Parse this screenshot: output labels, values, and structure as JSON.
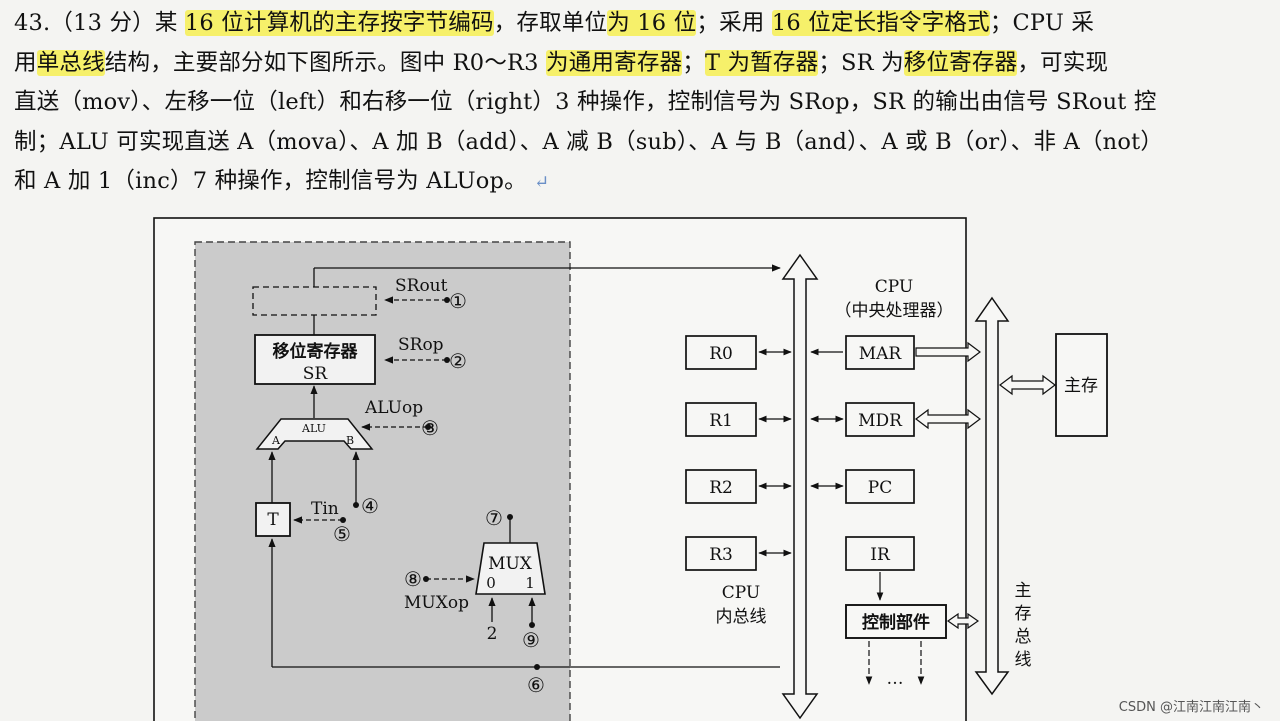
{
  "problem": {
    "line1": [
      {
        "t": "43.（13 分）某 ",
        "h": false
      },
      {
        "t": "16 位计算机的主存按字节编码",
        "h": true
      },
      {
        "t": "，存取单位",
        "h": false
      },
      {
        "t": "为 16 位",
        "h": true
      },
      {
        "t": "；采用 ",
        "h": false
      },
      {
        "t": "16 位定长指令字格式",
        "h": true
      },
      {
        "t": "；CPU 采",
        "h": false
      }
    ],
    "line2": [
      {
        "t": "用",
        "h": false
      },
      {
        "t": "单总线",
        "h": true
      },
      {
        "t": "结构，主要部分如下图所示。图中 R0～R3 ",
        "h": false
      },
      {
        "t": "为通用寄存器",
        "h": true
      },
      {
        "t": "；",
        "h": false
      },
      {
        "t": "T 为暂存器",
        "h": true
      },
      {
        "t": "；SR 为",
        "h": false
      },
      {
        "t": "移位寄存器",
        "h": true
      },
      {
        "t": "，可实现",
        "h": false
      }
    ],
    "line3": "直送（mov）、左移一位（left）和右移一位（right）3 种操作，控制信号为 SRop，SR 的输出由信号 SRout 控",
    "line4": "制；ALU 可实现直送 A（mova）、A 加 B（add）、A 减 B（sub）、A 与 B（and）、A 或 B（or）、非 A（not）",
    "line5": "和 A 加 1（inc）7 种操作，控制信号为 ALUop。",
    "return_mark": "↵"
  },
  "diagram": {
    "sr_label_1": "移位寄存器",
    "sr_label_2": "SR",
    "srout": "SRout",
    "srop": "SRop",
    "aluop": "ALUop",
    "alu": "ALU",
    "alu_a": "A",
    "alu_b": "B",
    "tin": "Tin",
    "t": "T",
    "mux": "MUX",
    "mux_in0": "0",
    "mux_in1": "1",
    "muxop": "MUXop",
    "mux_input_2": "2",
    "circles": [
      "①",
      "②",
      "③",
      "④",
      "⑤",
      "⑥",
      "⑦",
      "⑧",
      "⑨"
    ],
    "registers": [
      "R0",
      "R1",
      "R2",
      "R3"
    ],
    "cpu_title_1": "CPU",
    "cpu_title_2": "（中央处理器）",
    "mar": "MAR",
    "mdr": "MDR",
    "pc": "PC",
    "ir": "IR",
    "control_unit": "控制部件",
    "ellipsis": "…",
    "internal_bus_1": "CPU",
    "internal_bus_2": "内总线",
    "main_memory": "主存",
    "memory_bus": [
      "主",
      "存",
      "总",
      "线"
    ]
  },
  "watermark": "CSDN @江南江南江南丶"
}
